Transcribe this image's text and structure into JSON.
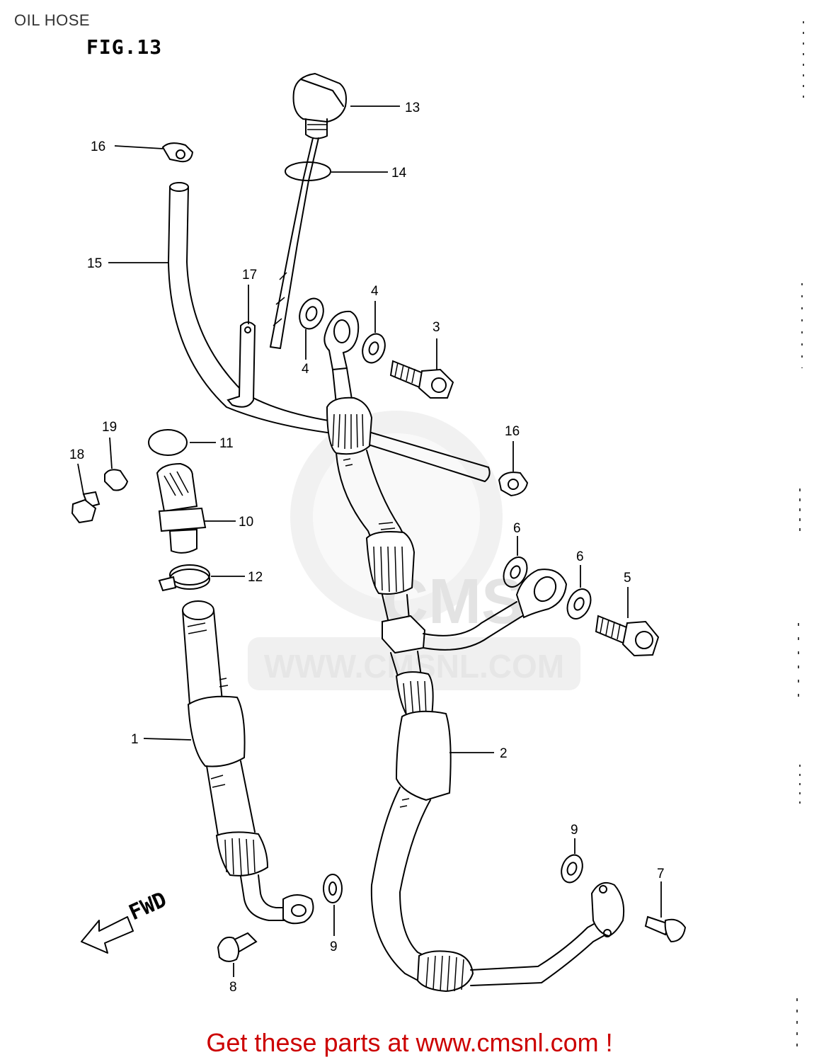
{
  "header": {
    "title": "OIL HOSE",
    "figure": "FIG.13"
  },
  "watermark": {
    "text": "WWW.CMSNL.COM",
    "logo_letters": "CMS"
  },
  "arrow_label": "FWD",
  "callouts": [
    {
      "id": "1",
      "label": "1"
    },
    {
      "id": "2",
      "label": "2"
    },
    {
      "id": "3",
      "label": "3"
    },
    {
      "id": "4a",
      "label": "4"
    },
    {
      "id": "4b",
      "label": "4"
    },
    {
      "id": "5",
      "label": "5"
    },
    {
      "id": "6a",
      "label": "6"
    },
    {
      "id": "6b",
      "label": "6"
    },
    {
      "id": "7",
      "label": "7"
    },
    {
      "id": "8",
      "label": "8"
    },
    {
      "id": "9a",
      "label": "9"
    },
    {
      "id": "9b",
      "label": "9"
    },
    {
      "id": "10",
      "label": "10"
    },
    {
      "id": "11",
      "label": "11"
    },
    {
      "id": "12",
      "label": "12"
    },
    {
      "id": "13",
      "label": "13"
    },
    {
      "id": "14",
      "label": "14"
    },
    {
      "id": "15",
      "label": "15"
    },
    {
      "id": "16a",
      "label": "16"
    },
    {
      "id": "16b",
      "label": "16"
    },
    {
      "id": "17",
      "label": "17"
    },
    {
      "id": "18",
      "label": "18"
    },
    {
      "id": "19",
      "label": "19"
    }
  ],
  "footer": {
    "text": "Get these parts at www.cmsnl.com !"
  }
}
